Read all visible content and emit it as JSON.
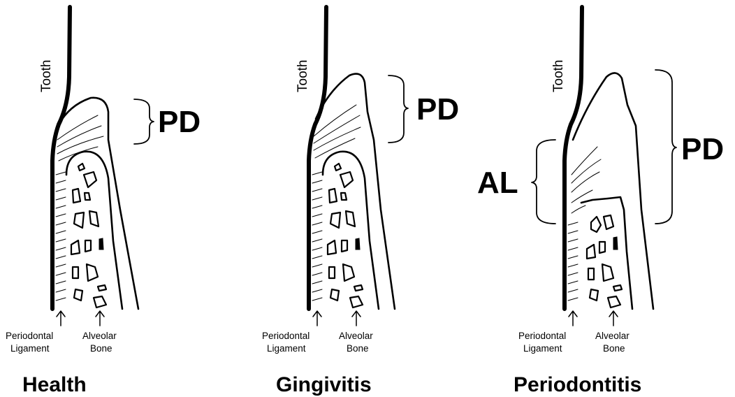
{
  "panels": [
    {
      "stage": "Health",
      "tooth_label": "Tooth",
      "pd_label": "PD",
      "ligament_label": [
        "Periodontal",
        "Ligament"
      ],
      "bone_label": [
        "Alveolar",
        "Bone"
      ]
    },
    {
      "stage": "Gingivitis",
      "tooth_label": "Tooth",
      "pd_label": "PD",
      "ligament_label": [
        "Periodontal",
        "Ligament"
      ],
      "bone_label": [
        "Alveolar",
        "Bone"
      ]
    },
    {
      "stage": "Periodontitis",
      "tooth_label": "Tooth",
      "pd_label": "PD",
      "al_label": "AL",
      "ligament_label": [
        "Periodontal",
        "Ligament"
      ],
      "bone_label": [
        "Alveolar",
        "Bone"
      ]
    }
  ]
}
